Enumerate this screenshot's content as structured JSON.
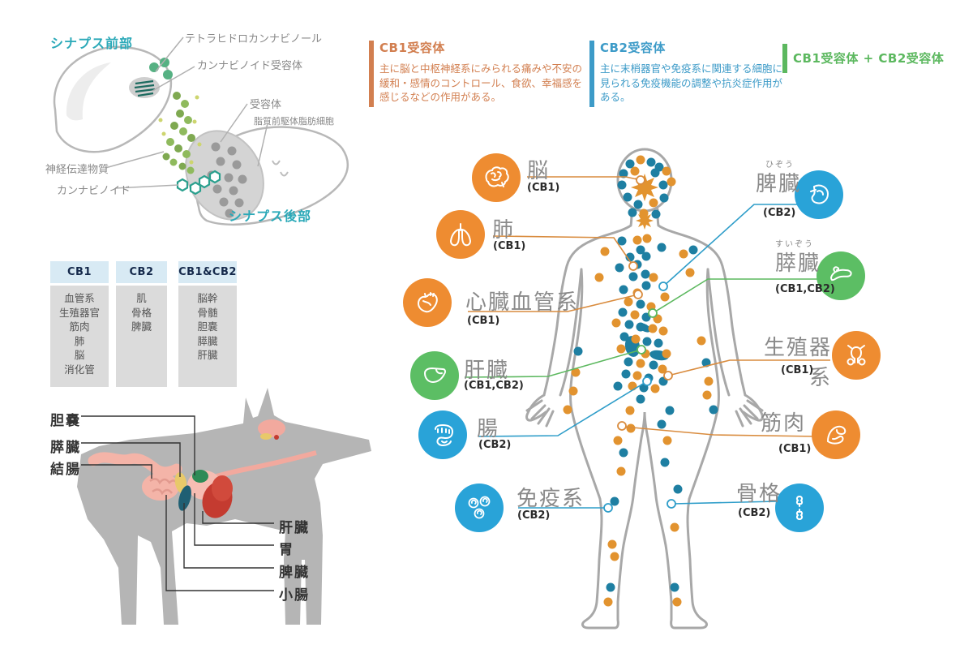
{
  "colors": {
    "cb1_accent": "#D27F50",
    "cb2_accent": "#3D9BC8",
    "both_accent": "#5CB85F",
    "cb1_icon": "#EE8C31",
    "cb2_icon": "#29A3D8",
    "both_icon": "#5CBE64",
    "dot_orange": "#E2932F",
    "dot_teal": "#1E7FA2",
    "teal_heading": "#2BA9B8",
    "body_outline": "#A8A8A8"
  },
  "synapse": {
    "pre_title": "シナプス前部",
    "post_title": "シナプス後部",
    "labels": {
      "thc": "テトラヒドロカンナビノール",
      "cannabinoid_receptor": "カンナビノイド受容体",
      "receptor": "受容体",
      "lipid": "脂質前駆体脂肪細胞",
      "neurotransmitter": "神経伝達物質",
      "cannabinoid": "カンナビノイド"
    }
  },
  "legend": {
    "cb1": {
      "title": "CB1受容体",
      "desc": "主に脳と中枢神経系にみられる痛みや不安の緩和・感情のコントロール、食欲、幸福感を感じるなどの作用がある。"
    },
    "cb2": {
      "title": "CB2受容体",
      "desc": "主に末梢器官や免疫系に関連する細胞に見られる免疫機能の調整や抗炎症作用がある。"
    },
    "both": {
      "title": "CB1受容体 + CB2受容体"
    }
  },
  "table": {
    "columns": [
      {
        "header": "CB1",
        "items": [
          "血管系",
          "生殖器官",
          "筋肉",
          "肺",
          "脳",
          "消化管"
        ]
      },
      {
        "header": "CB2",
        "items": [
          "肌",
          "骨格",
          "脾臓"
        ]
      },
      {
        "header": "CB1&CB2",
        "items": [
          "脳幹",
          "骨髄",
          "胆嚢",
          "膵臓",
          "肝臓"
        ]
      }
    ]
  },
  "dog": {
    "left_labels": [
      "胆嚢",
      "膵臓",
      "結腸"
    ],
    "right_labels": [
      "肝臓",
      "胃",
      "脾臓",
      "小腸"
    ]
  },
  "organs": {
    "left": [
      {
        "name": "脳",
        "receptors": "(CB1)",
        "type": "cb1"
      },
      {
        "name": "肺",
        "receptors": "(CB1)",
        "type": "cb1"
      },
      {
        "name": "心臓血管系",
        "receptors": "(CB1)",
        "type": "cb1"
      },
      {
        "name": "肝臓",
        "receptors": "(CB1,CB2)",
        "type": "both"
      },
      {
        "name": "腸",
        "receptors": "(CB2)",
        "type": "cb2"
      },
      {
        "name": "免疫系",
        "receptors": "(CB2)",
        "type": "cb2"
      }
    ],
    "right": [
      {
        "name": "脾臓",
        "furigana": "ひぞう",
        "receptors": "(CB2)",
        "type": "cb2"
      },
      {
        "name": "膵臓",
        "furigana": "すいぞう",
        "receptors": "(CB1,CB2)",
        "type": "both"
      },
      {
        "name": "生殖器系",
        "furigana": "",
        "receptors": "(CB1)",
        "type": "cb1"
      },
      {
        "name": "筋肉",
        "furigana": "",
        "receptors": "(CB1)",
        "type": "cb1"
      },
      {
        "name": "骨格",
        "furigana": "",
        "receptors": "(CB2)",
        "type": "cb2"
      }
    ]
  },
  "body_dots": [
    [
      777,
      202,
      "t"
    ],
    [
      790,
      197,
      "o"
    ],
    [
      803,
      200,
      "t"
    ],
    [
      813,
      206,
      "t"
    ],
    [
      769,
      214,
      "t"
    ],
    [
      783,
      211,
      "o"
    ],
    [
      808,
      213,
      "t"
    ],
    [
      822,
      211,
      "o"
    ],
    [
      767,
      228,
      "t"
    ],
    [
      818,
      228,
      "t"
    ],
    [
      828,
      224,
      "o"
    ],
    [
      774,
      243,
      "t"
    ],
    [
      787,
      252,
      "t"
    ],
    [
      806,
      250,
      "o"
    ],
    [
      819,
      244,
      "t"
    ],
    [
      794,
      263,
      "o"
    ],
    [
      780,
      262,
      "t"
    ],
    [
      809,
      264,
      "t"
    ],
    [
      767,
      297,
      "t"
    ],
    [
      786,
      296,
      "o"
    ],
    [
      798,
      294,
      "o"
    ],
    [
      746,
      310,
      "o"
    ],
    [
      790,
      308,
      "t"
    ],
    [
      816,
      305,
      "t"
    ],
    [
      843,
      313,
      "o"
    ],
    [
      855,
      308,
      "t"
    ],
    [
      777,
      317,
      "t"
    ],
    [
      797,
      316,
      "t"
    ],
    [
      786,
      326,
      "t"
    ],
    [
      764,
      330,
      "t"
    ],
    [
      796,
      338,
      "t"
    ],
    [
      781,
      341,
      "t"
    ],
    [
      806,
      342,
      "o"
    ],
    [
      851,
      336,
      "o"
    ],
    [
      739,
      342,
      "o"
    ],
    [
      797,
      352,
      "t"
    ],
    [
      786,
      361,
      "o"
    ],
    [
      820,
      366,
      "o"
    ],
    [
      769,
      357,
      "t"
    ],
    [
      775,
      372,
      "o"
    ],
    [
      790,
      375,
      "t"
    ],
    [
      803,
      378,
      "o"
    ],
    [
      768,
      385,
      "t"
    ],
    [
      783,
      388,
      "o"
    ],
    [
      797,
      391,
      "t"
    ],
    [
      811,
      393,
      "o"
    ],
    [
      760,
      398,
      "o"
    ],
    [
      776,
      400,
      "t"
    ],
    [
      790,
      403,
      "t"
    ],
    [
      805,
      405,
      "o"
    ],
    [
      818,
      408,
      "o"
    ],
    [
      770,
      415,
      "t"
    ],
    [
      784,
      418,
      "o"
    ],
    [
      798,
      421,
      "t"
    ],
    [
      812,
      423,
      "t"
    ],
    [
      766,
      430,
      "o"
    ],
    [
      780,
      433,
      "t"
    ],
    [
      796,
      436,
      "o"
    ],
    [
      822,
      436,
      "o"
    ],
    [
      775,
      446,
      "t"
    ],
    [
      790,
      448,
      "o"
    ],
    [
      806,
      450,
      "t"
    ],
    [
      817,
      455,
      "o"
    ],
    [
      772,
      461,
      "t"
    ],
    [
      786,
      463,
      "o"
    ],
    [
      800,
      466,
      "t"
    ],
    [
      780,
      476,
      "o"
    ],
    [
      794,
      478,
      "t"
    ],
    [
      808,
      479,
      "o"
    ],
    [
      818,
      470,
      "t"
    ],
    [
      762,
      476,
      "t"
    ],
    [
      713,
      433,
      "t"
    ],
    [
      710,
      459,
      "o"
    ],
    [
      707,
      482,
      "o"
    ],
    [
      700,
      505,
      "o"
    ],
    [
      865,
      420,
      "o"
    ],
    [
      871,
      447,
      "t"
    ],
    [
      874,
      470,
      "o"
    ],
    [
      872,
      487,
      "o"
    ],
    [
      880,
      505,
      "t"
    ],
    [
      777,
      506,
      "o"
    ],
    [
      826,
      506,
      "t"
    ],
    [
      816,
      523,
      "t"
    ],
    [
      778,
      528,
      "o"
    ],
    [
      790,
      492,
      "t"
    ],
    [
      762,
      543,
      "o"
    ],
    [
      823,
      543,
      "o"
    ],
    [
      769,
      558,
      "t"
    ],
    [
      820,
      570,
      "t"
    ],
    [
      766,
      581,
      "o"
    ],
    [
      836,
      603,
      "t"
    ],
    [
      758,
      618,
      "t"
    ],
    [
      832,
      650,
      "o"
    ],
    [
      755,
      671,
      "o"
    ],
    [
      758,
      686,
      "o"
    ],
    [
      753,
      724,
      "t"
    ],
    [
      750,
      742,
      "o"
    ],
    [
      832,
      724,
      "t"
    ],
    [
      835,
      742,
      "o"
    ]
  ]
}
